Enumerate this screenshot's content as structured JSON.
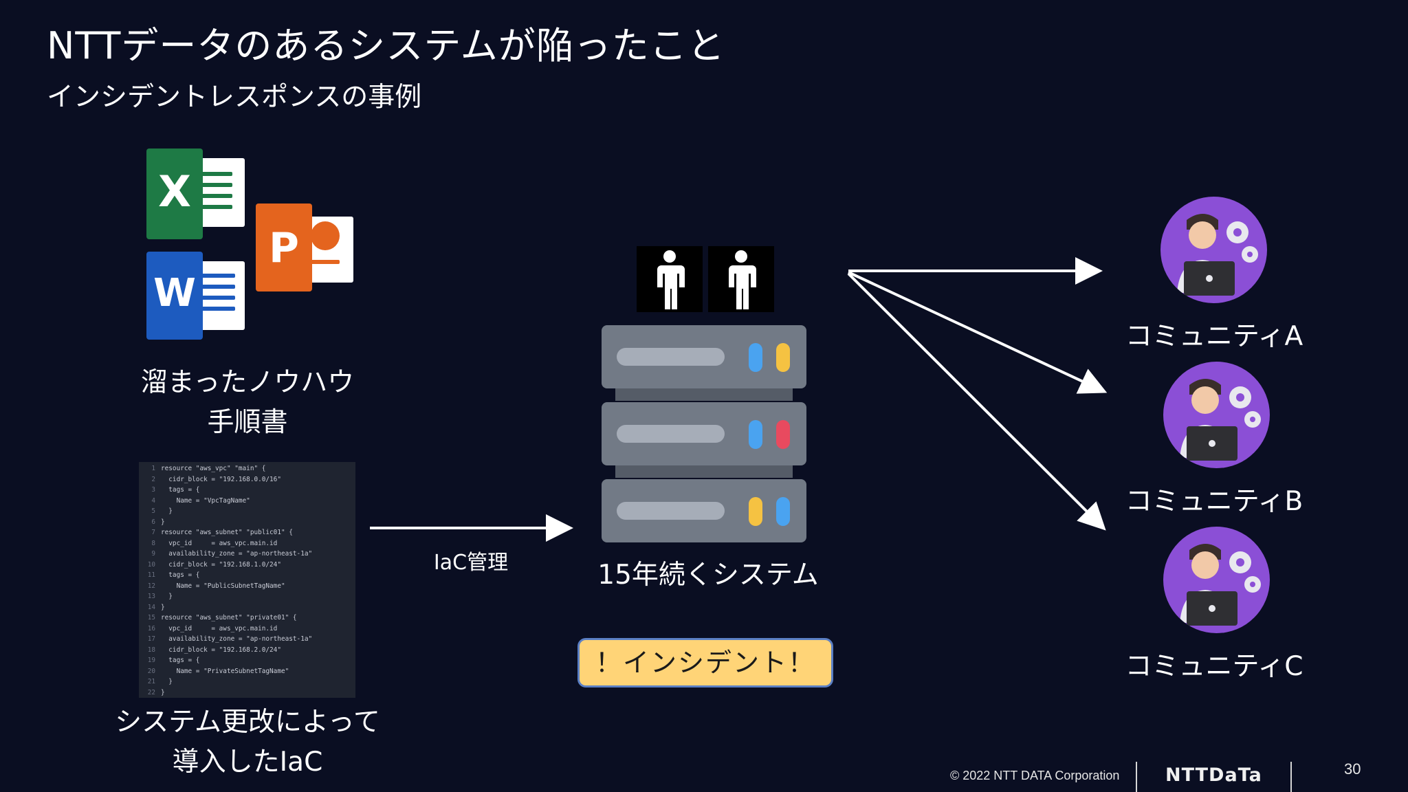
{
  "title": "NTTデータのあるシステムが陥ったこと",
  "subtitle": "インシデントレスポンスの事例",
  "knowhow": {
    "line1": "溜まったノウハウ",
    "line2": "手順書",
    "apps": {
      "excel": {
        "letter": "X",
        "color": "#1e7a45"
      },
      "powerpoint": {
        "letter": "P",
        "color": "#e4641e"
      },
      "word": {
        "letter": "W",
        "color": "#1d5bbf"
      }
    }
  },
  "iac": {
    "line1": "システム更改によって",
    "line2": "導入したIaC",
    "code_lines": [
      {
        "n": "1",
        "t": "resource \"aws_vpc\" \"main\" {"
      },
      {
        "n": "2",
        "t": "  cidr_block = \"192.168.0.0/16\""
      },
      {
        "n": "3",
        "t": "  tags = {"
      },
      {
        "n": "4",
        "t": "    Name = \"VpcTagName\""
      },
      {
        "n": "5",
        "t": "  }"
      },
      {
        "n": "6",
        "t": "}"
      },
      {
        "n": "7",
        "t": "resource \"aws_subnet\" \"public01\" {"
      },
      {
        "n": "8",
        "t": "  vpc_id     = aws_vpc.main.id"
      },
      {
        "n": "9",
        "t": "  availability_zone = \"ap-northeast-1a\""
      },
      {
        "n": "10",
        "t": "  cidr_block = \"192.168.1.0/24\""
      },
      {
        "n": "11",
        "t": "  tags = {"
      },
      {
        "n": "12",
        "t": "    Name = \"PublicSubnetTagName\""
      },
      {
        "n": "13",
        "t": "  }"
      },
      {
        "n": "14",
        "t": "}"
      },
      {
        "n": "15",
        "t": "resource \"aws_subnet\" \"private01\" {"
      },
      {
        "n": "16",
        "t": "  vpc_id     = aws_vpc.main.id"
      },
      {
        "n": "17",
        "t": "  availability_zone = \"ap-northeast-1a\""
      },
      {
        "n": "18",
        "t": "  cidr_block = \"192.168.2.0/24\""
      },
      {
        "n": "19",
        "t": "  tags = {"
      },
      {
        "n": "20",
        "t": "    Name = \"PrivateSubnetTagName\""
      },
      {
        "n": "21",
        "t": "  }"
      },
      {
        "n": "22",
        "t": "}"
      }
    ]
  },
  "link_label": "IaC管理",
  "system_label": "15年続くシステム",
  "incident_label": "！インシデント！",
  "communities": [
    "コミュニティA",
    "コミュニティB",
    "コミュニティC"
  ],
  "colors": {
    "background": "#0a0e22",
    "incident_fill": "#ffd477",
    "incident_border": "#5b7fc4",
    "avatar": "#8b4fd6",
    "led_blue": "#4aa3f0",
    "led_yellow": "#f5c242",
    "led_red": "#e84a5f"
  },
  "footer": {
    "copyright": "© 2022 NTT DATA Corporation",
    "logo": "NTTDaTa",
    "page": "30"
  }
}
